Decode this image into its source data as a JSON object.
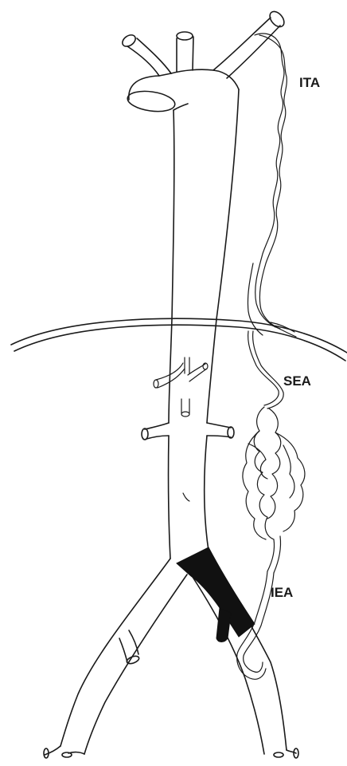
{
  "labels": {
    "ita": "ITA",
    "sea": "SEA",
    "iea": "IEA"
  }
}
